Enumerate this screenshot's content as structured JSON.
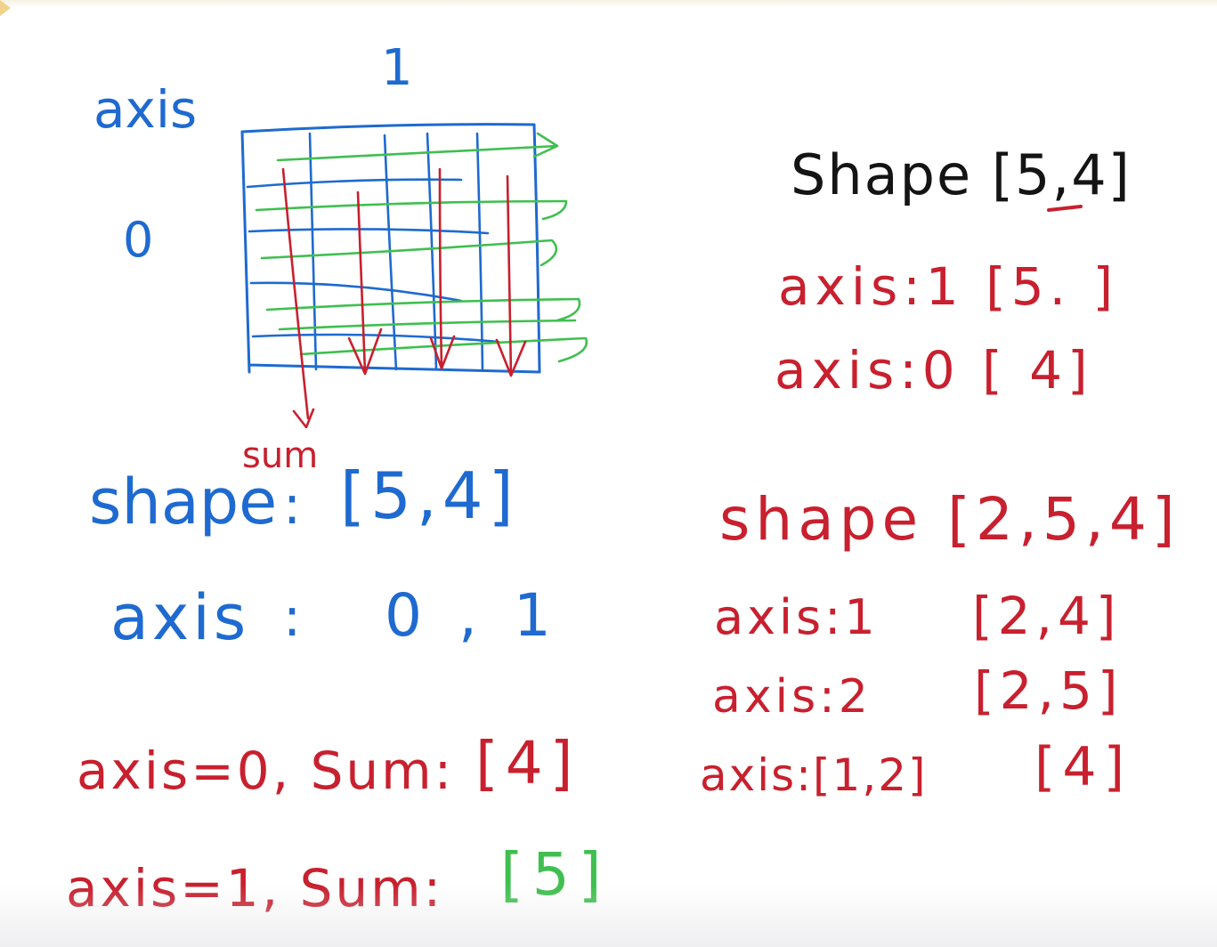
{
  "colors": {
    "blue": "#1e6ad0",
    "red": "#c8202e",
    "green": "#3fbf4f",
    "black": "#141414"
  },
  "diagram": {
    "label_axis": "axis",
    "label_axis_one": "1",
    "label_axis_zero": "0",
    "label_sum": "sum"
  },
  "left_notes": {
    "shape_word": "shape",
    "shape_sep": ":",
    "shape_value": "[5,4]",
    "axis_word": "axis",
    "axis_sep": ":",
    "axis_values": "0 , 1",
    "line3_prefix": "axis=0, Sum:",
    "line3_value": "[4]",
    "line4_prefix": "axis=1, Sum:",
    "line4_value": "[5]"
  },
  "right_notes": {
    "shape2d": "Shape [5,4]",
    "axis1_2d": "axis:1 [5. ]",
    "axis0_2d": "axis:0 [ 4]",
    "shape3d": "shape [2,5,4]",
    "axis1_3d_label": "axis:1",
    "axis1_3d_value": "[2,4]",
    "axis2_3d_label": "axis:2",
    "axis2_3d_value": "[2,5]",
    "axis12_3d_label": "axis:[1,2]",
    "axis12_3d_value": "[4]"
  }
}
